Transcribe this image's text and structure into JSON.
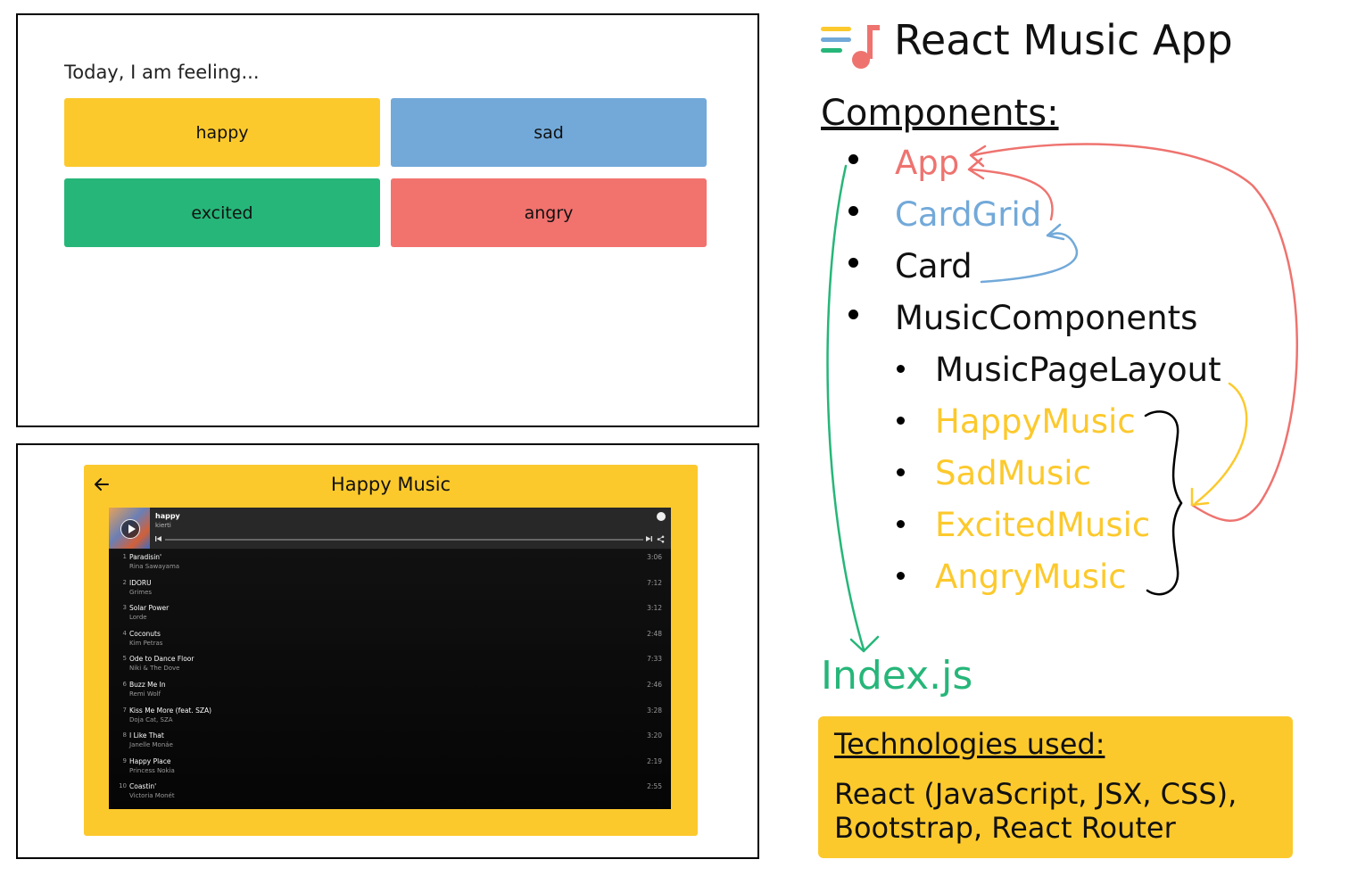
{
  "mood_screen": {
    "prompt": "Today, I am feeling...",
    "buttons": [
      {
        "label": "happy",
        "color": "#fcc92d"
      },
      {
        "label": "sad",
        "color": "#72a9d9"
      },
      {
        "label": "excited",
        "color": "#26b679"
      },
      {
        "label": "angry",
        "color": "#f2726e"
      }
    ]
  },
  "music_screen": {
    "title": "Happy Music",
    "playlist": {
      "name": "happy",
      "owner": "kierti"
    },
    "tracks": [
      {
        "num": "1",
        "title": "Paradisin'",
        "artist": "Rina Sawayama",
        "duration": "3:06"
      },
      {
        "num": "2",
        "title": "IDORU",
        "artist": "Grimes",
        "duration": "7:12"
      },
      {
        "num": "3",
        "title": "Solar Power",
        "artist": "Lorde",
        "duration": "3:12"
      },
      {
        "num": "4",
        "title": "Coconuts",
        "artist": "Kim Petras",
        "duration": "2:48"
      },
      {
        "num": "5",
        "title": "Ode to Dance Floor",
        "artist": "Niki & The Dove",
        "duration": "7:33"
      },
      {
        "num": "6",
        "title": "Buzz Me In",
        "artist": "Remi Wolf",
        "duration": "2:46"
      },
      {
        "num": "7",
        "title": "Kiss Me More (feat. SZA)",
        "artist": "Doja Cat, SZA",
        "duration": "3:28"
      },
      {
        "num": "8",
        "title": "I Like That",
        "artist": "Janelle Monáe",
        "duration": "3:20"
      },
      {
        "num": "9",
        "title": "Happy Place",
        "artist": "Princess Nokia",
        "duration": "2:19"
      },
      {
        "num": "10",
        "title": "Coastin'",
        "artist": "Victoria Monét",
        "duration": "2:55"
      }
    ]
  },
  "diagram": {
    "app_title": "React Music App",
    "components_heading": "Components:",
    "components": {
      "app": "App",
      "card_grid": "CardGrid",
      "card": "Card",
      "music_components": "MusicComponents",
      "music_page_layout": "MusicPageLayout",
      "happy_music": "HappyMusic",
      "sad_music": "SadMusic",
      "excited_music": "ExcitedMusic",
      "angry_music": "AngryMusic"
    },
    "entry_file": "Index.js",
    "technologies_heading": "Technologies used:",
    "technologies": "React (JavaScript, JSX, CSS), Bootstrap, React Router"
  },
  "colors": {
    "yellow": "#fcc92d",
    "blue": "#72a9d9",
    "green": "#26b679",
    "red": "#ee736f"
  }
}
